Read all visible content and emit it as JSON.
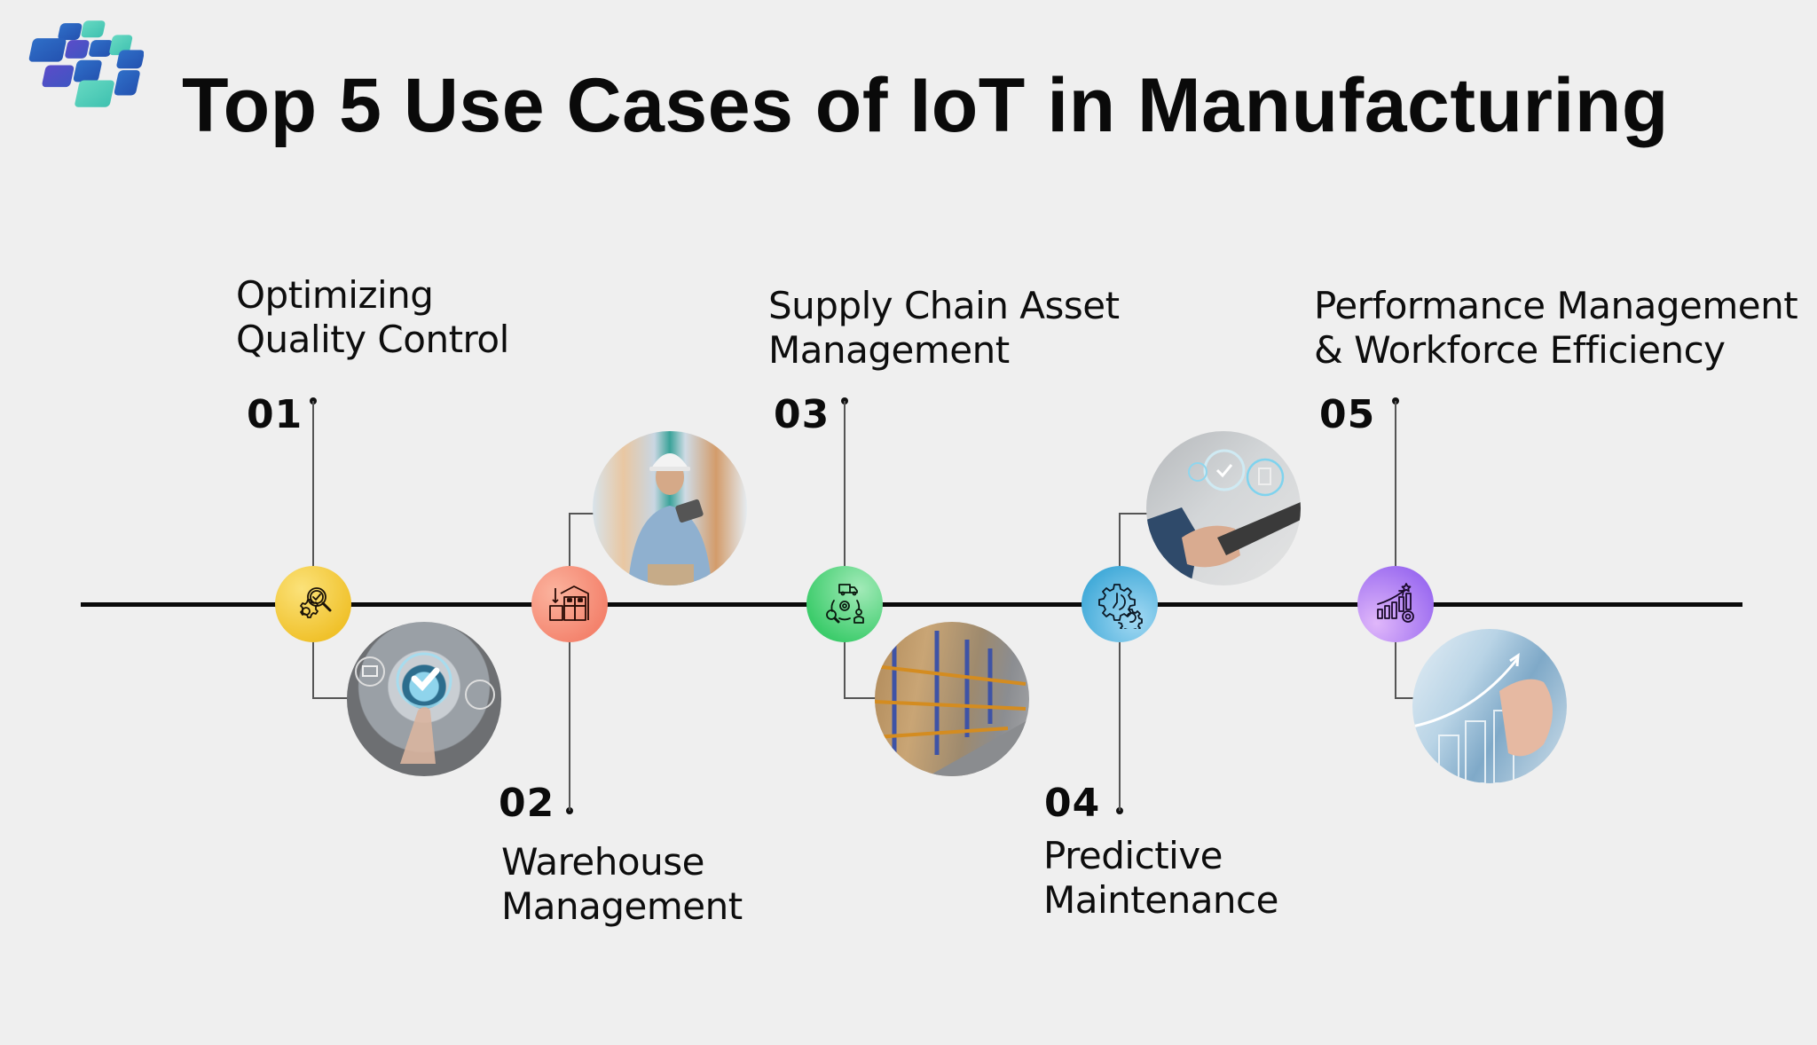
{
  "header": {
    "title": "Top 5 Use Cases of IoT in Manufacturing",
    "logo": "company-logo-icon"
  },
  "colors": {
    "background": "#efefef",
    "timeline": "#0a0a0a",
    "step1": "#f3c838",
    "step2": "#f58b74",
    "step3": "#4fd47c",
    "step4": "#4fb6e2",
    "step5": "#a978f2"
  },
  "steps": [
    {
      "number": "01",
      "title_line1": "Optimizing",
      "title_line2": "Quality Control",
      "icon": "gear-magnifier-check-icon",
      "image": "hand-touching-checkmark-photo"
    },
    {
      "number": "02",
      "title_line1": "Warehouse",
      "title_line2": "Management",
      "icon": "warehouse-boxes-icon",
      "image": "worker-with-tablet-photo"
    },
    {
      "number": "03",
      "title_line1": "Supply Chain Asset",
      "title_line2": "Management",
      "icon": "supply-chain-cycle-icon",
      "image": "warehouse-shelves-photo"
    },
    {
      "number": "04",
      "title_line1": "Predictive",
      "title_line2": "Maintenance",
      "icon": "gears-maintenance-icon",
      "image": "hands-on-tablet-photo"
    },
    {
      "number": "05",
      "title_line1": "Performance Management",
      "title_line2": "& Workforce Efficiency",
      "icon": "growth-chart-gear-icon",
      "image": "hand-drawing-growth-chart-photo"
    }
  ]
}
